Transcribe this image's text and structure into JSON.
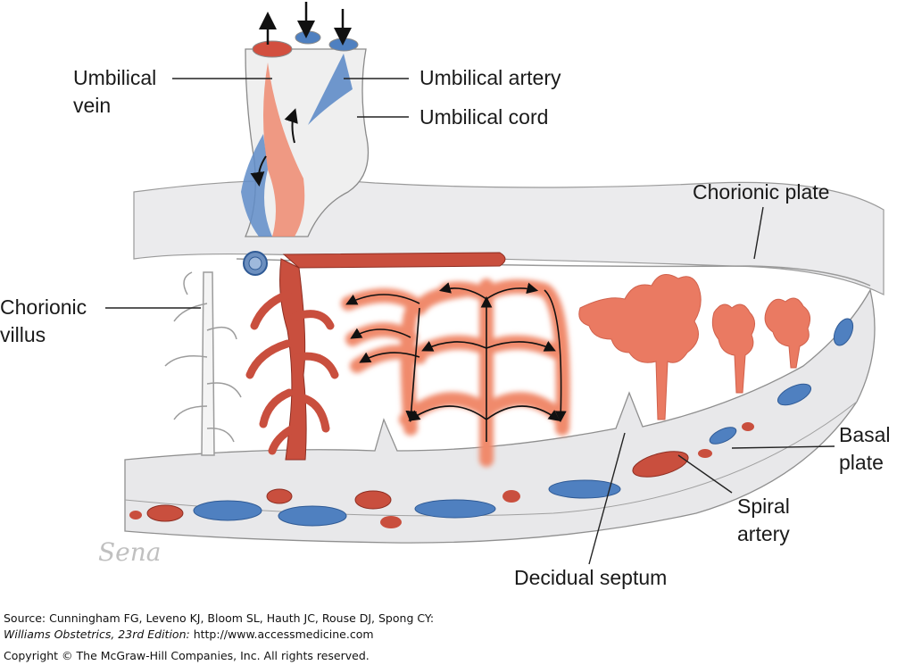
{
  "figure": {
    "labels": {
      "umbilical_vein": [
        "Umbilical",
        "vein"
      ],
      "umbilical_artery": "Umbilical artery",
      "umbilical_cord": "Umbilical cord",
      "chorionic_plate": "Chorionic plate",
      "chorionic_villus": [
        "Chorionic",
        "villus"
      ],
      "basal_plate": [
        "Basal",
        "plate"
      ],
      "spiral_artery": [
        "Spiral",
        "artery"
      ],
      "decidual_septum": "Decidual septum"
    },
    "signature": "Sena",
    "colors": {
      "arterial_red": "#c94f3e",
      "light_red": "#ef8a70",
      "venous_blue": "#4f80c0",
      "tissue_grey": "#e6e6e8",
      "outline": "#8a8a8a"
    }
  },
  "credits": {
    "source_line": "Source: Cunningham FG, Leveno KJ, Bloom SL, Hauth JC, Rouse DJ, Spong CY:",
    "book_title": "Williams Obstetrics, 23rd Edition:",
    "url": "http://www.accessmedicine.com",
    "copyright": "Copyright © The McGraw-Hill Companies, Inc. All rights reserved."
  }
}
